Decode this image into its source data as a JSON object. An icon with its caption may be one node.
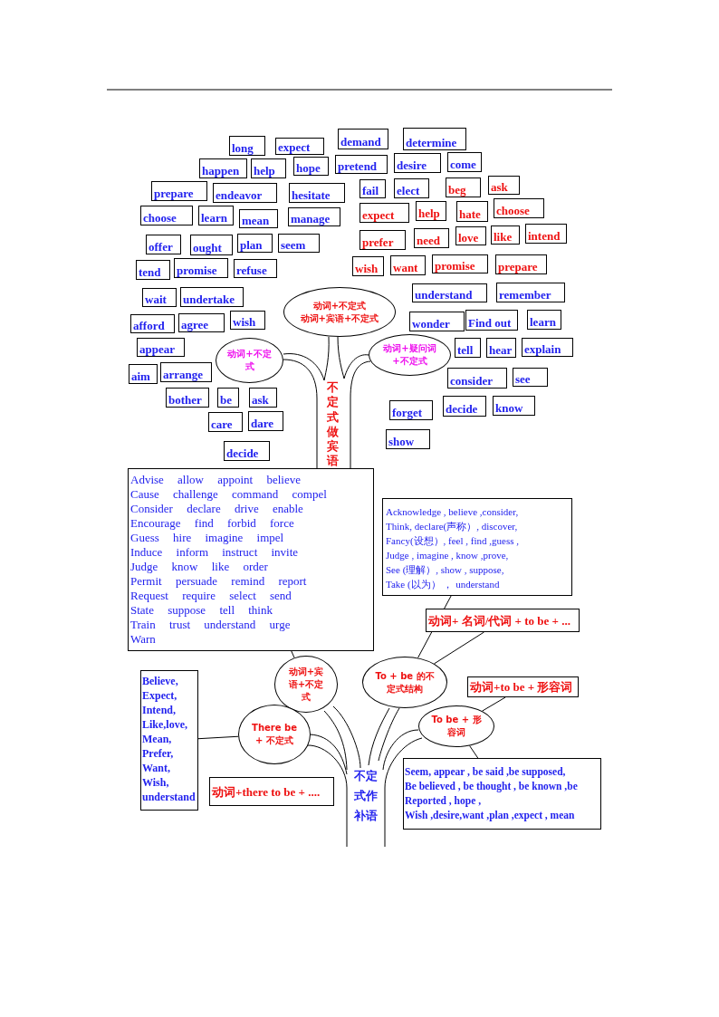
{
  "diagram": {
    "nodes": [
      {
        "text": [
          "long"
        ]
      },
      {
        "text": [
          "expect"
        ]
      },
      {
        "text": [
          "demand"
        ]
      },
      {
        "text": [
          "determine"
        ]
      },
      {
        "text": [
          "happen"
        ]
      },
      {
        "text": [
          "help"
        ]
      },
      {
        "text": [
          "hope"
        ]
      },
      {
        "text": [
          "pretend"
        ]
      },
      {
        "text": [
          "desire"
        ]
      },
      {
        "text": [
          "come"
        ]
      },
      {
        "text": [
          "prepare"
        ]
      },
      {
        "text": [
          "endeavor"
        ]
      },
      {
        "text": [
          "hesitate"
        ]
      },
      {
        "text": [
          "fail"
        ]
      },
      {
        "text": [
          "elect"
        ]
      },
      {
        "text": [
          "beg"
        ]
      },
      {
        "text": [
          "ask"
        ]
      },
      {
        "text": [
          "choose"
        ]
      },
      {
        "text": [
          "learn"
        ]
      },
      {
        "text": [
          "mean"
        ]
      },
      {
        "text": [
          "manage"
        ]
      },
      {
        "text": [
          "expect"
        ]
      },
      {
        "text": [
          "help"
        ]
      },
      {
        "text": [
          "hate"
        ]
      },
      {
        "text": [
          "choose"
        ]
      },
      {
        "text": [
          "offer"
        ]
      },
      {
        "text": [
          "ought"
        ]
      },
      {
        "text": [
          "plan"
        ]
      },
      {
        "text": [
          "seem"
        ]
      },
      {
        "text": [
          "prefer"
        ]
      },
      {
        "text": [
          "need"
        ]
      },
      {
        "text": [
          "love"
        ]
      },
      {
        "text": [
          "like"
        ]
      },
      {
        "text": [
          "intend"
        ]
      },
      {
        "text": [
          "tend"
        ]
      },
      {
        "text": [
          "promise"
        ]
      },
      {
        "text": [
          "refuse"
        ]
      },
      {
        "text": [
          "wish"
        ]
      },
      {
        "text": [
          "want"
        ]
      },
      {
        "text": [
          "promise"
        ]
      },
      {
        "text": [
          "prepare"
        ]
      },
      {
        "text": [
          "wait"
        ]
      },
      {
        "text": [
          "undertake"
        ]
      },
      {
        "text": [
          "understand"
        ]
      },
      {
        "text": [
          "remember"
        ]
      },
      {
        "text": [
          "afford"
        ]
      },
      {
        "text": [
          "agree"
        ]
      },
      {
        "text": [
          "wish"
        ]
      },
      {
        "text": [
          "wonder"
        ]
      },
      {
        "text": [
          "Find out"
        ]
      },
      {
        "text": [
          "learn"
        ]
      },
      {
        "text": [
          "appear"
        ]
      },
      {
        "text": [
          "tell"
        ]
      },
      {
        "text": [
          "hear"
        ]
      },
      {
        "text": [
          "explain"
        ]
      },
      {
        "text": [
          "aim"
        ]
      },
      {
        "text": [
          "arrange"
        ]
      },
      {
        "text": [
          "consider"
        ]
      },
      {
        "text": [
          "see"
        ]
      },
      {
        "text": [
          "bother"
        ]
      },
      {
        "text": [
          "be"
        ]
      },
      {
        "text": [
          "ask"
        ]
      },
      {
        "text": [
          "care"
        ]
      },
      {
        "text": [
          "dare"
        ]
      },
      {
        "text": [
          "forget"
        ]
      },
      {
        "text": [
          "decide"
        ]
      },
      {
        "text": [
          "know"
        ]
      },
      {
        "text": [
          "show"
        ]
      },
      {
        "text": [
          "decide"
        ]
      },
      {
        "text": [
          "动词+不定式",
          "动词+宾语+不定式"
        ]
      },
      {
        "text": [
          "动词+不定式"
        ]
      },
      {
        "text": [
          "动词+疑问词+不定式"
        ]
      },
      {
        "text": [
          "Advise allow appoint believe",
          "Cause challenge command compel",
          "Consider declare drive enable",
          "Encourage find forbid force",
          "Guess hire imagine impel",
          "Induce inform instruct invite",
          "Judge know like order",
          "Permit persuade remind report",
          "Request require select send",
          "State suppose tell think",
          "Train trust understand urge",
          "Warn"
        ]
      },
      {
        "text": [
          "Acknowledge , believe ,consider,",
          "Think, declare(声称）, discover,",
          "Fancy(设想）, feel , find ,guess ,",
          "Judge , imagine , know ,prove,",
          "See (理解）, show , suppose,",
          "Take (以为） ， understand"
        ]
      },
      {
        "text": [
          "动词+ 名词/代词 + to be + ..."
        ]
      },
      {
        "text": [
          "动词+宾语+不定式"
        ]
      },
      {
        "text": [
          "To + be 的不定式结构"
        ]
      },
      {
        "text": [
          "动词+to be + 形容词"
        ]
      },
      {
        "text": [
          "Believe,",
          "Expect,",
          "Intend,",
          "Like,love,",
          "Mean,",
          "Prefer,",
          "Want,",
          "Wish,",
          "understand"
        ]
      },
      {
        "text": [
          "There be + 不定式"
        ]
      },
      {
        "text": [
          "To be + 形容词"
        ]
      },
      {
        "text": [
          "动词+there to be + ...."
        ]
      },
      {
        "text": [
          "Seem, appear , be said ,be supposed,",
          "Be believed , be thought , be known ,be",
          "Reported , hope ,",
          "Wish ,desire,want ,plan ,expect , mean"
        ]
      }
    ],
    "edges": [
      {
        "from": 72,
        "to": 75,
        "arrow": "none"
      },
      {
        "from": 73,
        "to": 76,
        "arrow": "none"
      },
      {
        "from": 74,
        "to": 76,
        "arrow": "none"
      },
      {
        "from": 78,
        "to": 79,
        "arrow": "none"
      },
      {
        "from": 77,
        "to": 80,
        "arrow": "none"
      },
      {
        "from": 82,
        "to": 80,
        "arrow": "none"
      }
    ],
    "labels": [
      "不定式做宾语",
      "不定式作补语"
    ]
  }
}
